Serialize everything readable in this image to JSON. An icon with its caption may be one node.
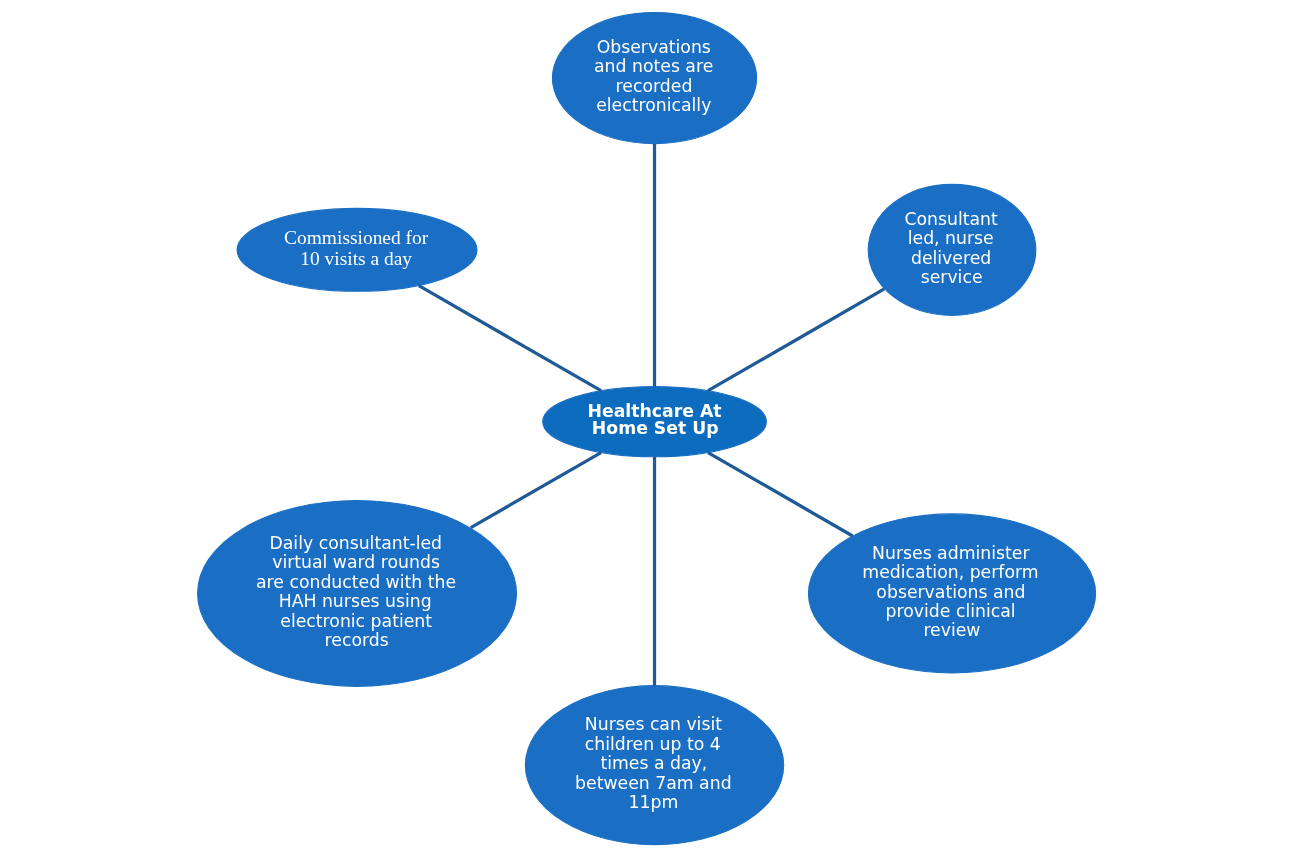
{
  "diagram": {
    "nodes": [
      {
        "text": [
          "Consultant led, nurse delivered service"
        ]
      },
      {
        "text": [
          "Observations and notes are recorded electronically"
        ]
      },
      {
        "text": [
          "Commissioned for 10 visits a day"
        ]
      },
      {
        "text": [
          "Healthcare At Home Set Up"
        ]
      },
      {
        "text": [
          "Daily consultant-led virtual ward rounds are conducted with the HAH nurses using electronic patient records"
        ]
      },
      {
        "text": [
          "Nurses can visit children up to 4 times a day, between 7am and 11pm"
        ]
      },
      {
        "text": [
          "Nurses administer medication, perform observations and provide clinical review"
        ]
      }
    ],
    "edges": [
      {
        "from": 3,
        "to": 0,
        "arrow": "none"
      },
      {
        "from": 3,
        "to": 1,
        "arrow": "none"
      },
      {
        "from": 3,
        "to": 2,
        "arrow": "none"
      },
      {
        "from": 3,
        "to": 4,
        "arrow": "none"
      },
      {
        "from": 3,
        "to": 5,
        "arrow": "none"
      },
      {
        "from": 3,
        "to": 6,
        "arrow": "none"
      }
    ]
  }
}
